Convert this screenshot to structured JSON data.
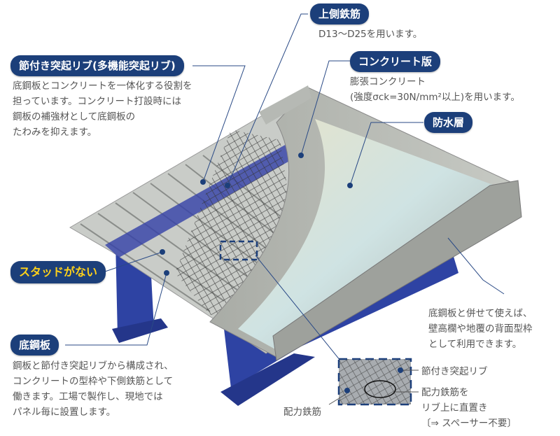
{
  "callouts": {
    "upper_rebar": {
      "title": "上側鉄筋",
      "lines": [
        "D13〜D25を用います。"
      ]
    },
    "rib": {
      "title": "節付き突起リブ(多機能突起リブ)",
      "lines": [
        "底鋼板とコンクリートを一体化する役割を",
        "担っています。コンクリート打設時には",
        "鋼板の補強材として底鋼板の",
        "たわみを抑えます。"
      ]
    },
    "concrete": {
      "title": "コンクリート版",
      "lines": [
        "膨張コンクリート",
        "(強度σck=30N/mm²以上)を用います。"
      ]
    },
    "waterproof": {
      "title": "防水層"
    },
    "no_stud": {
      "title": "スタッドがない"
    },
    "bottom_plate": {
      "title": "底鋼板",
      "lines": [
        "鋼板と節付き突起リブから構成され、",
        "コンクリートの型枠や下側鉄筋として",
        "働きます。工場で製作し、現地では",
        "パネル毎に設置します。"
      ]
    },
    "side_form": {
      "lines": [
        "底鋼板と併せて使えば、",
        "壁高欄や地覆の背面型枠",
        "として利用できます。"
      ]
    }
  },
  "inset": {
    "rib_label": "節付き突起リブ",
    "distribution_rebar_label": "配力鉄筋",
    "direct_place_lines": [
      "配力鉄筋を",
      "リブ上に直置き",
      "〔⇒ スペーサー不要〕"
    ]
  },
  "colors": {
    "pill": "#1c3f7a",
    "girder": "#2e43a3",
    "yellow": "#ffd21a"
  }
}
